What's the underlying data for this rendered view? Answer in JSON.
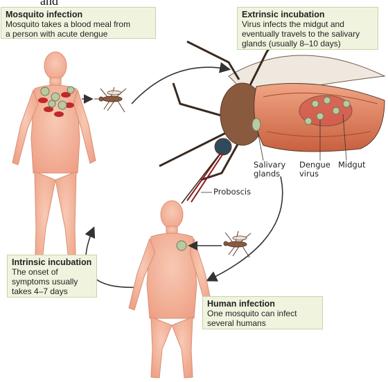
{
  "header_fragment": "and",
  "boxes": {
    "mosquito_infection": {
      "title": "Mosquito infection",
      "body": "Mosquito takes a blood meal from\na person with acute dengue"
    },
    "extrinsic_incubation": {
      "title": "Extrinsic incubation",
      "body": "Virus infects the midgut and\neventually travels to the salivary\nglands (usually 8–10 days)"
    },
    "intrinsic_incubation": {
      "title": "Intrinsic incubation",
      "body": "The onset of\nsymptoms usually\ntakes 4–7 days"
    },
    "human_infection": {
      "title": "Human infection",
      "body": "One mosquito can infect\nseveral humans"
    }
  },
  "labels": {
    "salivary_glands": "Salivary\nglands",
    "dengue_virus": "Dengue\nvirus",
    "midgut": "Midgut",
    "proboscis": "Proboscis"
  },
  "colors": {
    "skin": "#f4b59c",
    "skin_outline": "#d98f74",
    "mosquito_body": "#b5704f",
    "mosquito_dark": "#5a3a2a",
    "abdomen": "#e38a6a",
    "virus": "#b9c9a0",
    "blood": "#c0282a",
    "arrow": "#333333",
    "box_fill": "#f0f4df"
  }
}
